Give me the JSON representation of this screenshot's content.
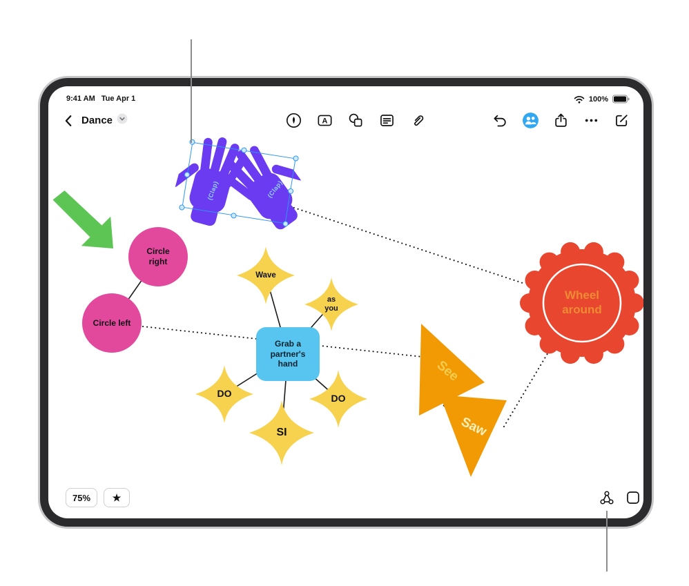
{
  "page": {
    "callout_top": "pointer-to-selected-object",
    "callout_bottom": "pointer-to-connect-tool"
  },
  "device": {
    "status_bar": {
      "time": "9:41 AM",
      "date": "Tue Apr 1",
      "battery_level": "100%"
    },
    "toolbar": {
      "title": "Dance",
      "text_tool_glyph": "A",
      "center_tools": [
        "draw",
        "text-box",
        "shapes",
        "sticky-note",
        "attachment"
      ],
      "right_tools": [
        "undo",
        "collaborate",
        "share",
        "more",
        "new-board"
      ]
    },
    "footer": {
      "zoom": "75%",
      "right_tools": [
        "connect-objects",
        "select-square"
      ]
    }
  },
  "board": {
    "clap_left": "(Clap)",
    "clap_right": "(Clap)",
    "circle_right": "Circle right",
    "circle_left": "Circle left",
    "star_wave": "Wave",
    "star_as_you": "as you",
    "center_box": "Grab a partner's hand",
    "star_do_left": "DO",
    "star_si": "SI",
    "star_do_right": "DO",
    "triangle_see": "See",
    "triangle_saw": "Saw",
    "wheel_around": "Wheel around"
  },
  "colors": {
    "hands_purple": "#6B3BF2",
    "circle_pink": "#E2489C",
    "star_yellow": "#F6D24E",
    "box_blue": "#57C5EF",
    "triangle_orange": "#F19A04",
    "wheel_red": "#E8462F",
    "wheel_text_orange": "#ED8B33",
    "arrow_green": "#5CC554",
    "selection_blue": "#2E96F4",
    "collaborate_blue": "#2FA7F1"
  }
}
